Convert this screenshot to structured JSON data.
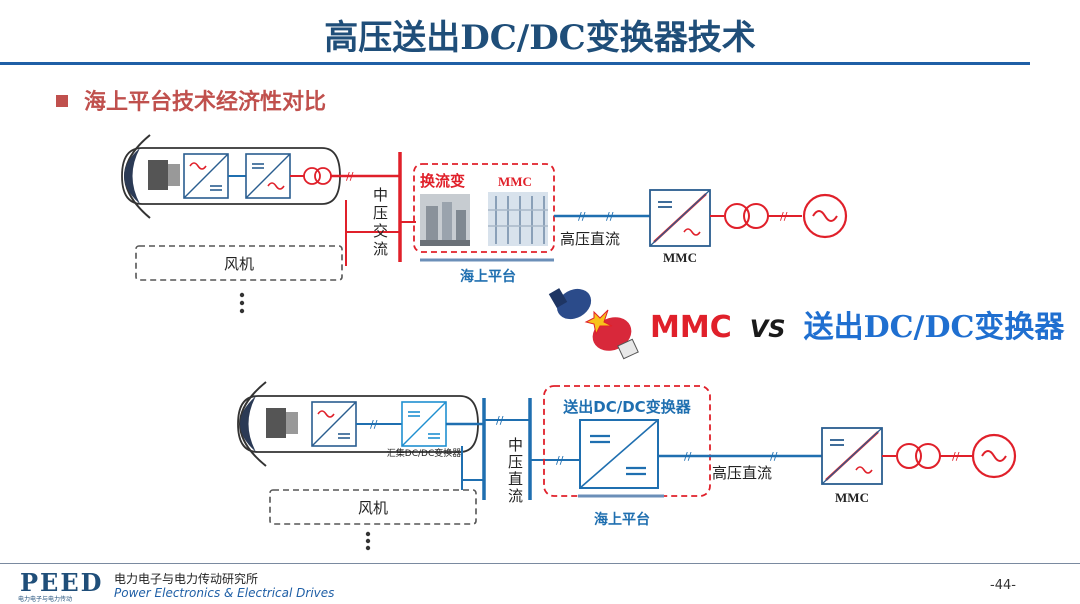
{
  "header": {
    "title": "高压送出DC/DC变换器技术",
    "subtitle": "海上平台技术经济性对比"
  },
  "top_diagram": {
    "wind_label": "风机",
    "mv_ac": [
      "中",
      "压",
      "交",
      "流"
    ],
    "transformer_label": "换流变",
    "mmc_label": "MMC",
    "hvdc_label": "高压直流",
    "platform_label": "海上平台",
    "shore_mmc_label": "MMC"
  },
  "comparison": {
    "left": "MMC",
    "vs": "VS",
    "right": "送出DC/DC变换器"
  },
  "bottom_diagram": {
    "wind_label": "风机",
    "collector_label": "汇集DC/DC变换器",
    "mv_dc": [
      "中",
      "压",
      "直",
      "流"
    ],
    "converter_label": "送出DC/DC变换器",
    "hvdc_label": "高压直流",
    "platform_label": "海上平台",
    "shore_mmc_label": "MMC"
  },
  "footer": {
    "logo": "PEED",
    "logo_small": "电力电子与电力传动",
    "org_cn": "电力电子与电力传动研究所",
    "org_en": "Power Electronics & Electrical Drives",
    "page": "-44-"
  },
  "colors": {
    "ac_line": "#e0202a",
    "dc_line": "#1f6fb0",
    "title": "#1f4e79",
    "accent": "#c0504d"
  },
  "icons": [
    "boxing-gloves-icon",
    "generator-icon",
    "transformer-icon",
    "ac-source-icon"
  ]
}
